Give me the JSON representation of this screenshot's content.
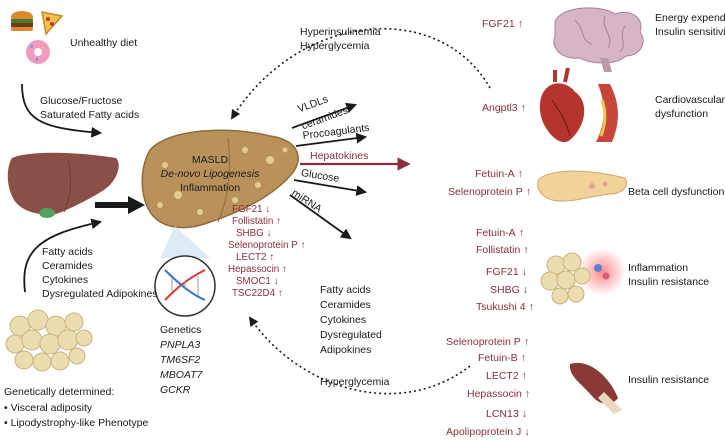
{
  "left": {
    "unhealthy_diet": "Unhealthy diet",
    "glucose_fructose": "Glucose/Fructose",
    "saturated_fa": "Saturated Fatty acids",
    "adipose_inputs": [
      "Fatty acids",
      "Ceramides",
      "Cytokines",
      "Dysregulated Adipokines"
    ],
    "genetically_determined": "Genetically determined:",
    "bullets": [
      "• Visceral adiposity",
      "• Lipodystrophy-like Phenotype"
    ]
  },
  "liver": {
    "title": "MASLD",
    "dnl": "De-novo Lipogenesis",
    "inflammation": "Inflammation",
    "hepatokines": [
      {
        "label": "FGF21",
        "dir": "down"
      },
      {
        "label": "Follistatin",
        "dir": "up"
      },
      {
        "label": "SHBG",
        "dir": "down"
      },
      {
        "label": "Selenoprotein P",
        "dir": "up"
      },
      {
        "label": "LECT2",
        "dir": "up"
      },
      {
        "label": "Hepassocin",
        "dir": "up"
      },
      {
        "label": "SMOC1",
        "dir": "down"
      },
      {
        "label": "TSC22D4",
        "dir": "up"
      }
    ]
  },
  "genetics": {
    "title": "Genetics",
    "genes": [
      "PNPLA3",
      "TM6SF2",
      "MBOAT7",
      "GCKR"
    ]
  },
  "center": {
    "hyperinsulinemia": "Hyperinsulinemia",
    "hyperglycemia_top": "Hyperglycemia",
    "vldls": "VLDLs",
    "ceramides": "ceramides",
    "procoagulants": "Procoagulants",
    "hepatokines": "Hepatokines",
    "glucose": "Glucose",
    "mirna": "miRNA",
    "lower_list": [
      "Fatty acids",
      "Ceramides",
      "Cytokines",
      "Dysregulated",
      "Adipokines"
    ],
    "hyperglycemia_bottom": "Hyperglycemia"
  },
  "right": {
    "brain": {
      "markers": [
        {
          "label": "FGF21",
          "dir": "up"
        }
      ],
      "outcome": [
        "Energy expenditure",
        "Insulin sensitivity"
      ]
    },
    "heart": {
      "markers": [
        {
          "label": "Angptl3",
          "dir": "up"
        }
      ],
      "outcome": [
        "Cardiovascular",
        "dysfunction"
      ]
    },
    "pancreas": {
      "markers": [
        {
          "label": "Fetuin-A",
          "dir": "up"
        },
        {
          "label": "Selenoprotein P",
          "dir": "up"
        }
      ],
      "outcome": [
        "Beta cell dysfunction"
      ]
    },
    "adipose": {
      "markers": [
        {
          "label": "Fetuin-A",
          "dir": "up"
        },
        {
          "label": "Follistatin",
          "dir": "up"
        },
        {
          "label": "FGF21",
          "dir": "down"
        },
        {
          "label": "SHBG",
          "dir": "down"
        },
        {
          "label": "Tsukushi 4",
          "dir": "up"
        }
      ],
      "outcome": [
        "Inflammation",
        "Insulin resistance"
      ]
    },
    "muscle": {
      "markers": [
        {
          "label": "Selenoprotein P",
          "dir": "up"
        },
        {
          "label": "Fetuin-B",
          "dir": "up"
        },
        {
          "label": "LECT2",
          "dir": "up"
        },
        {
          "label": "Hepassocin",
          "dir": "up"
        },
        {
          "label": "LCN13",
          "dir": "down"
        },
        {
          "label": "Apolipoprotein J",
          "dir": "down"
        }
      ],
      "outcome": [
        "Insulin resistance"
      ]
    }
  },
  "colors": {
    "accent_red": "#8b2e3c",
    "liver_fill": "#b9915a",
    "arrow": "#1a1a1a"
  }
}
